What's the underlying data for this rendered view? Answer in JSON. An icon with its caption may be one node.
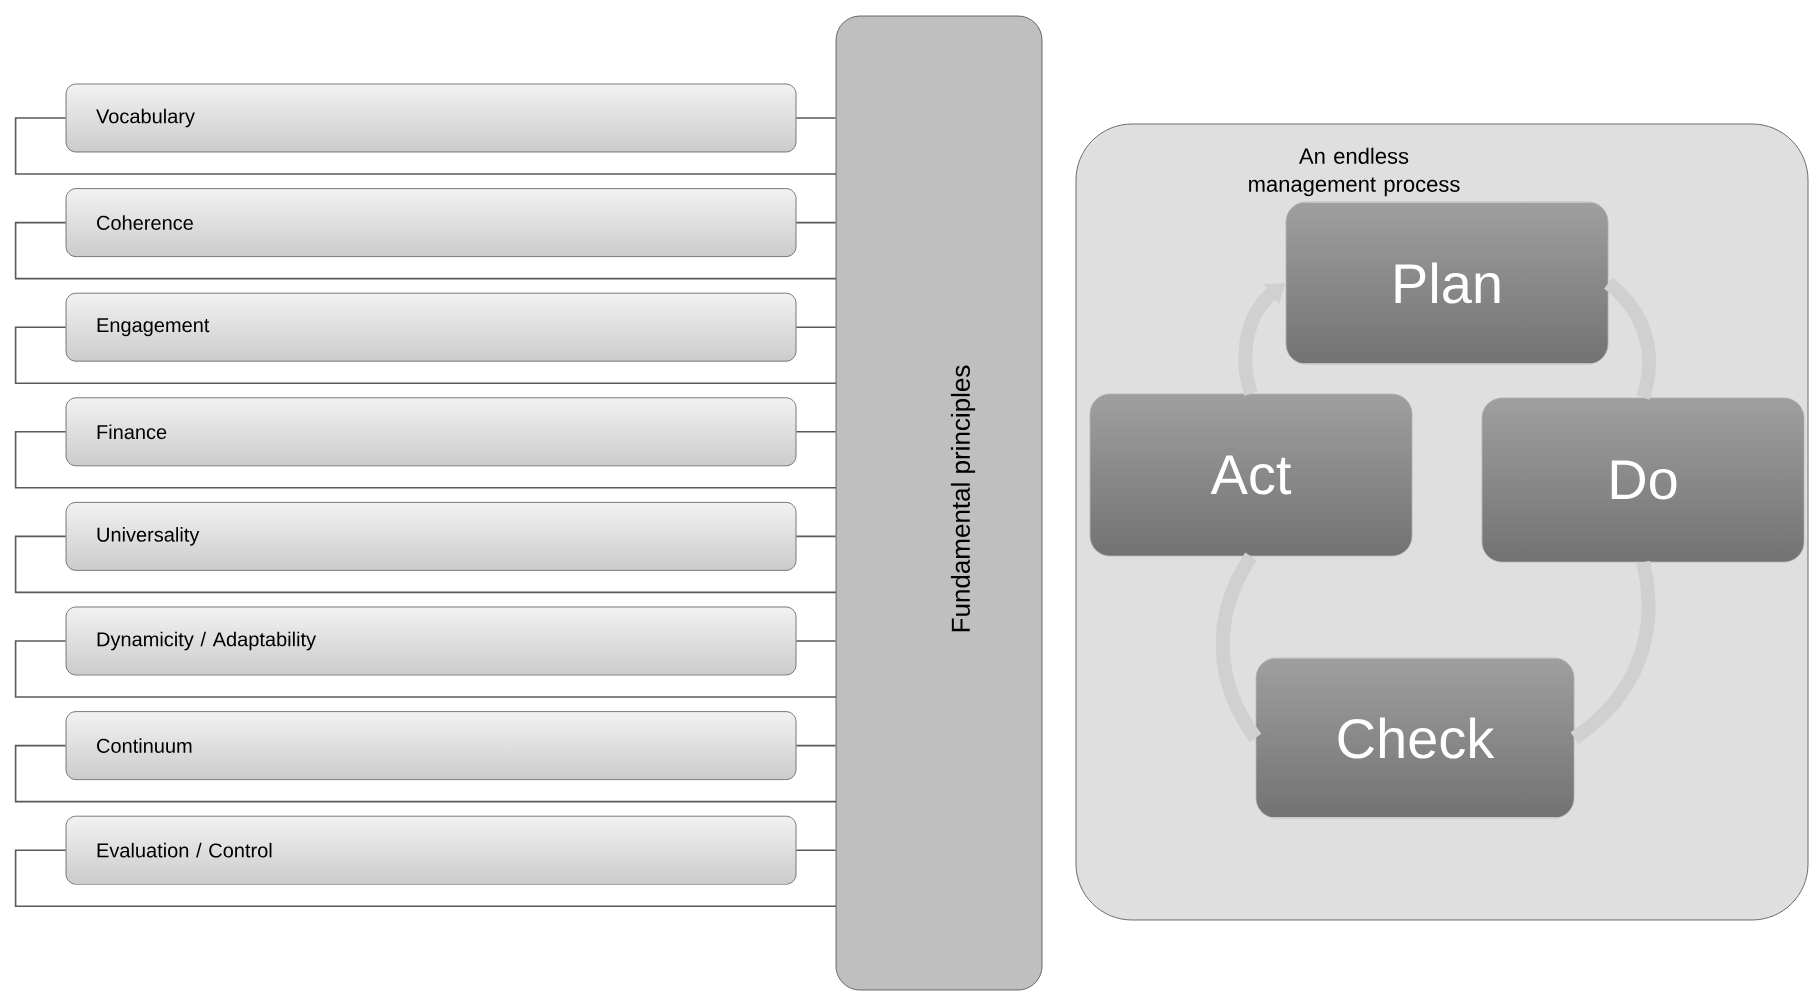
{
  "diagram": {
    "nodes": [
      {
        "text": [
          "Vocabulary"
        ]
      },
      {
        "text": [
          "Coherence"
        ]
      },
      {
        "text": [
          "Engagement"
        ]
      },
      {
        "text": [
          "Finance"
        ]
      },
      {
        "text": [
          "Universality"
        ]
      },
      {
        "text": [
          "Dynamicity / Adaptability"
        ]
      },
      {
        "text": [
          "Continuum"
        ]
      },
      {
        "text": [
          "Evaluation / Control"
        ]
      },
      {
        "text": [
          "Fundamental principles"
        ]
      },
      {
        "text": [
          "An endless management process"
        ]
      },
      {
        "text": [
          "Plan"
        ],
        "in": 9
      },
      {
        "text": [
          "Do"
        ],
        "in": 9
      },
      {
        "text": [
          "Check"
        ],
        "in": 9
      },
      {
        "text": [
          "Act"
        ],
        "in": 9
      }
    ],
    "edges": [
      {
        "from": 0,
        "to": 8,
        "arrow": "none"
      },
      {
        "from": 0,
        "to": 8,
        "arrow": "none"
      },
      {
        "from": 1,
        "to": 8,
        "arrow": "none"
      },
      {
        "from": 1,
        "to": 8,
        "arrow": "none"
      },
      {
        "from": 2,
        "to": 8,
        "arrow": "none"
      },
      {
        "from": 2,
        "to": 8,
        "arrow": "none"
      },
      {
        "from": 3,
        "to": 8,
        "arrow": "none"
      },
      {
        "from": 3,
        "to": 8,
        "arrow": "none"
      },
      {
        "from": 4,
        "to": 8,
        "arrow": "none"
      },
      {
        "from": 4,
        "to": 8,
        "arrow": "none"
      },
      {
        "from": 5,
        "to": 8,
        "arrow": "none"
      },
      {
        "from": 5,
        "to": 8,
        "arrow": "none"
      },
      {
        "from": 6,
        "to": 8,
        "arrow": "none"
      },
      {
        "from": 6,
        "to": 8,
        "arrow": "none"
      },
      {
        "from": 7,
        "to": 8,
        "arrow": "none"
      },
      {
        "from": 7,
        "to": 8,
        "arrow": "none"
      },
      {
        "from": 10,
        "to": 11,
        "arrow": "none",
        "color": "#d0d0d0",
        "style": "thick"
      },
      {
        "from": 11,
        "to": 12,
        "arrow": "none",
        "color": "#d0d0d0",
        "style": "thick"
      },
      {
        "from": 12,
        "to": 13,
        "arrow": "none",
        "color": "#d0d0d0",
        "style": "thick"
      },
      {
        "from": 13,
        "to": 10,
        "arrow": "to",
        "color": "#d0d0d0",
        "style": "thick"
      }
    ]
  }
}
